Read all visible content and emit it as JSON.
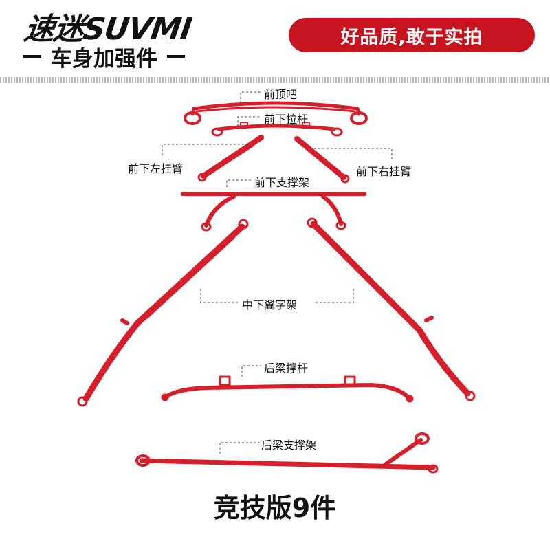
{
  "brand": {
    "logo": "速迷SUVMI",
    "subtitle": "车身加强件"
  },
  "banner": "好品质,敢于实拍",
  "parts": [
    {
      "id": "front-strut-bar",
      "label": "前顶吧"
    },
    {
      "id": "front-lower-bar",
      "label": "前下拉杆"
    },
    {
      "id": "front-lower-left-arm",
      "label": "前下左挂臂"
    },
    {
      "id": "front-lower-right-arm",
      "label": "前下右挂臂"
    },
    {
      "id": "front-lower-support",
      "label": "前下支撑架"
    },
    {
      "id": "mid-lower-wing",
      "label": "中下翼字架"
    },
    {
      "id": "rear-beam-bar",
      "label": "后梁撑杆"
    },
    {
      "id": "rear-beam-support",
      "label": "后梁支撑架"
    }
  ],
  "footer": "竞技版9件",
  "colors": {
    "part_red": "#d61f2a",
    "banner_red": "#c8141e"
  }
}
